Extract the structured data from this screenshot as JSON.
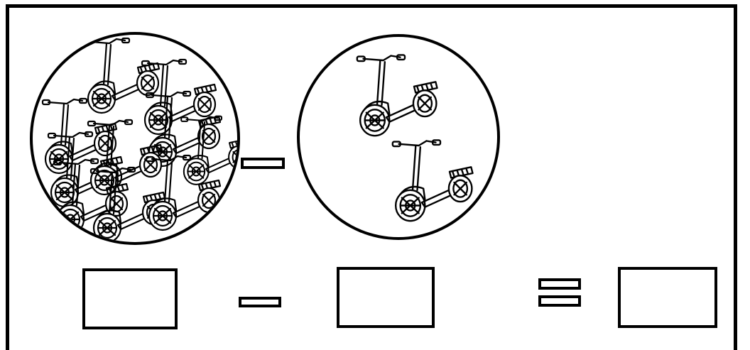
{
  "worksheet": {
    "operation": "subtraction",
    "minuend_icon": "electric-scooter-icon",
    "subtrahend_icon": "electric-scooter-icon",
    "minuend_count": 10,
    "subtrahend_count": 2,
    "answer_boxes": [
      "",
      "",
      ""
    ],
    "line_color": "#000000",
    "background_color": "#ffffff"
  }
}
